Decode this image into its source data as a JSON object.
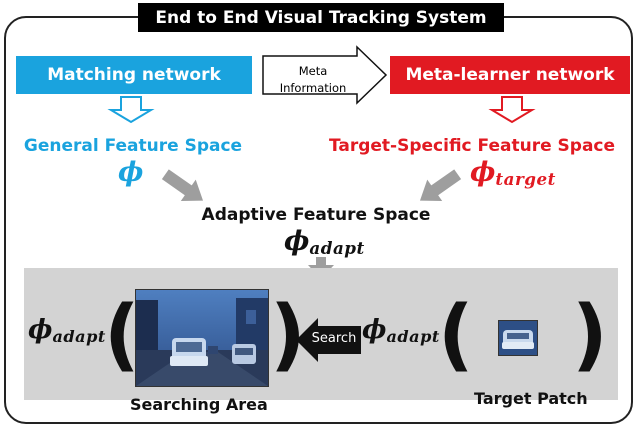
{
  "title": "End to End Visual Tracking System",
  "matching": {
    "label": "Matching network",
    "feature_space": "General Feature Space",
    "symbol": "ϕ"
  },
  "meta_info": {
    "line1": "Meta",
    "line2": "Information"
  },
  "meta_learner": {
    "label": "Meta-learner network",
    "feature_space": "Target-Specific Feature Space",
    "symbol": "ϕ",
    "subscript": "target"
  },
  "adaptive": {
    "label": "Adaptive Feature Space",
    "symbol": "ϕ",
    "subscript": "adapt"
  },
  "bottom": {
    "left_symbol": "ϕ",
    "left_subscript": "adapt",
    "right_symbol": "ϕ",
    "right_subscript": "adapt",
    "open_paren": "(",
    "close_paren": ")",
    "search_label": "Search",
    "searching_area_caption": "Searching Area",
    "target_patch_caption": "Target Patch"
  },
  "colors": {
    "blue": "#1aa3de",
    "red": "#e11a22",
    "gray_arrow": "#9e9e9e",
    "band": "#d3d3d3"
  }
}
